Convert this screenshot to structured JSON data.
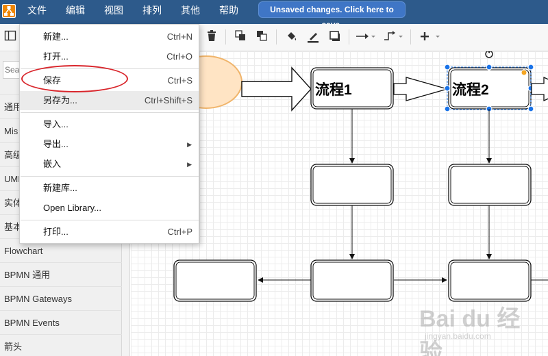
{
  "menubar": {
    "items": [
      "文件",
      "编辑",
      "视图",
      "排列",
      "其他",
      "帮助"
    ],
    "unsaved_label": "Unsaved changes. Click here to save."
  },
  "sidebar": {
    "search_placeholder": "Sea",
    "items": [
      "通用",
      "Mis",
      "高级",
      "UMI",
      "实体",
      "基本",
      "Flowchart",
      "BPMN 通用",
      "BPMN Gateways",
      "BPMN Events",
      "箭头"
    ]
  },
  "file_menu": {
    "items": [
      {
        "label": "新建...",
        "shortcut": "Ctrl+N"
      },
      {
        "label": "打开...",
        "shortcut": "Ctrl+O"
      },
      {
        "label": "保存",
        "shortcut": "Ctrl+S"
      },
      {
        "label": "另存为...",
        "shortcut": "Ctrl+Shift+S"
      },
      {
        "label": "导入...",
        "shortcut": ""
      },
      {
        "label": "导出...",
        "shortcut": ""
      },
      {
        "label": "嵌入",
        "shortcut": ""
      },
      {
        "label": "新建库...",
        "shortcut": ""
      },
      {
        "label": "Open Library...",
        "shortcut": ""
      },
      {
        "label": "打印...",
        "shortcut": "Ctrl+P"
      }
    ],
    "highlighted_item": "另存为...",
    "annotated_item": "保存"
  },
  "diagram": {
    "process1_label": "流程1",
    "process2_label": "流程2"
  },
  "watermark": {
    "main": "Bai du 经验",
    "sub": "jingyan.baidu.com"
  },
  "colors": {
    "menubar": "#2d5a8b",
    "unsaved_button": "#3f76c6",
    "selection": "#1a73e8",
    "annotation": "#d9262c",
    "ellipse_fill": "#ffe4c4",
    "ellipse_stroke": "#f0b46a"
  },
  "icons": [
    "app-logo-icon",
    "format-panel-icon",
    "delete-icon",
    "to-front-icon",
    "to-back-icon",
    "fill-color-icon",
    "line-color-icon",
    "shadow-icon",
    "connection-icon",
    "waypoints-icon",
    "insert-icon",
    "rotate-handle-icon",
    "submenu-arrow-icon"
  ]
}
